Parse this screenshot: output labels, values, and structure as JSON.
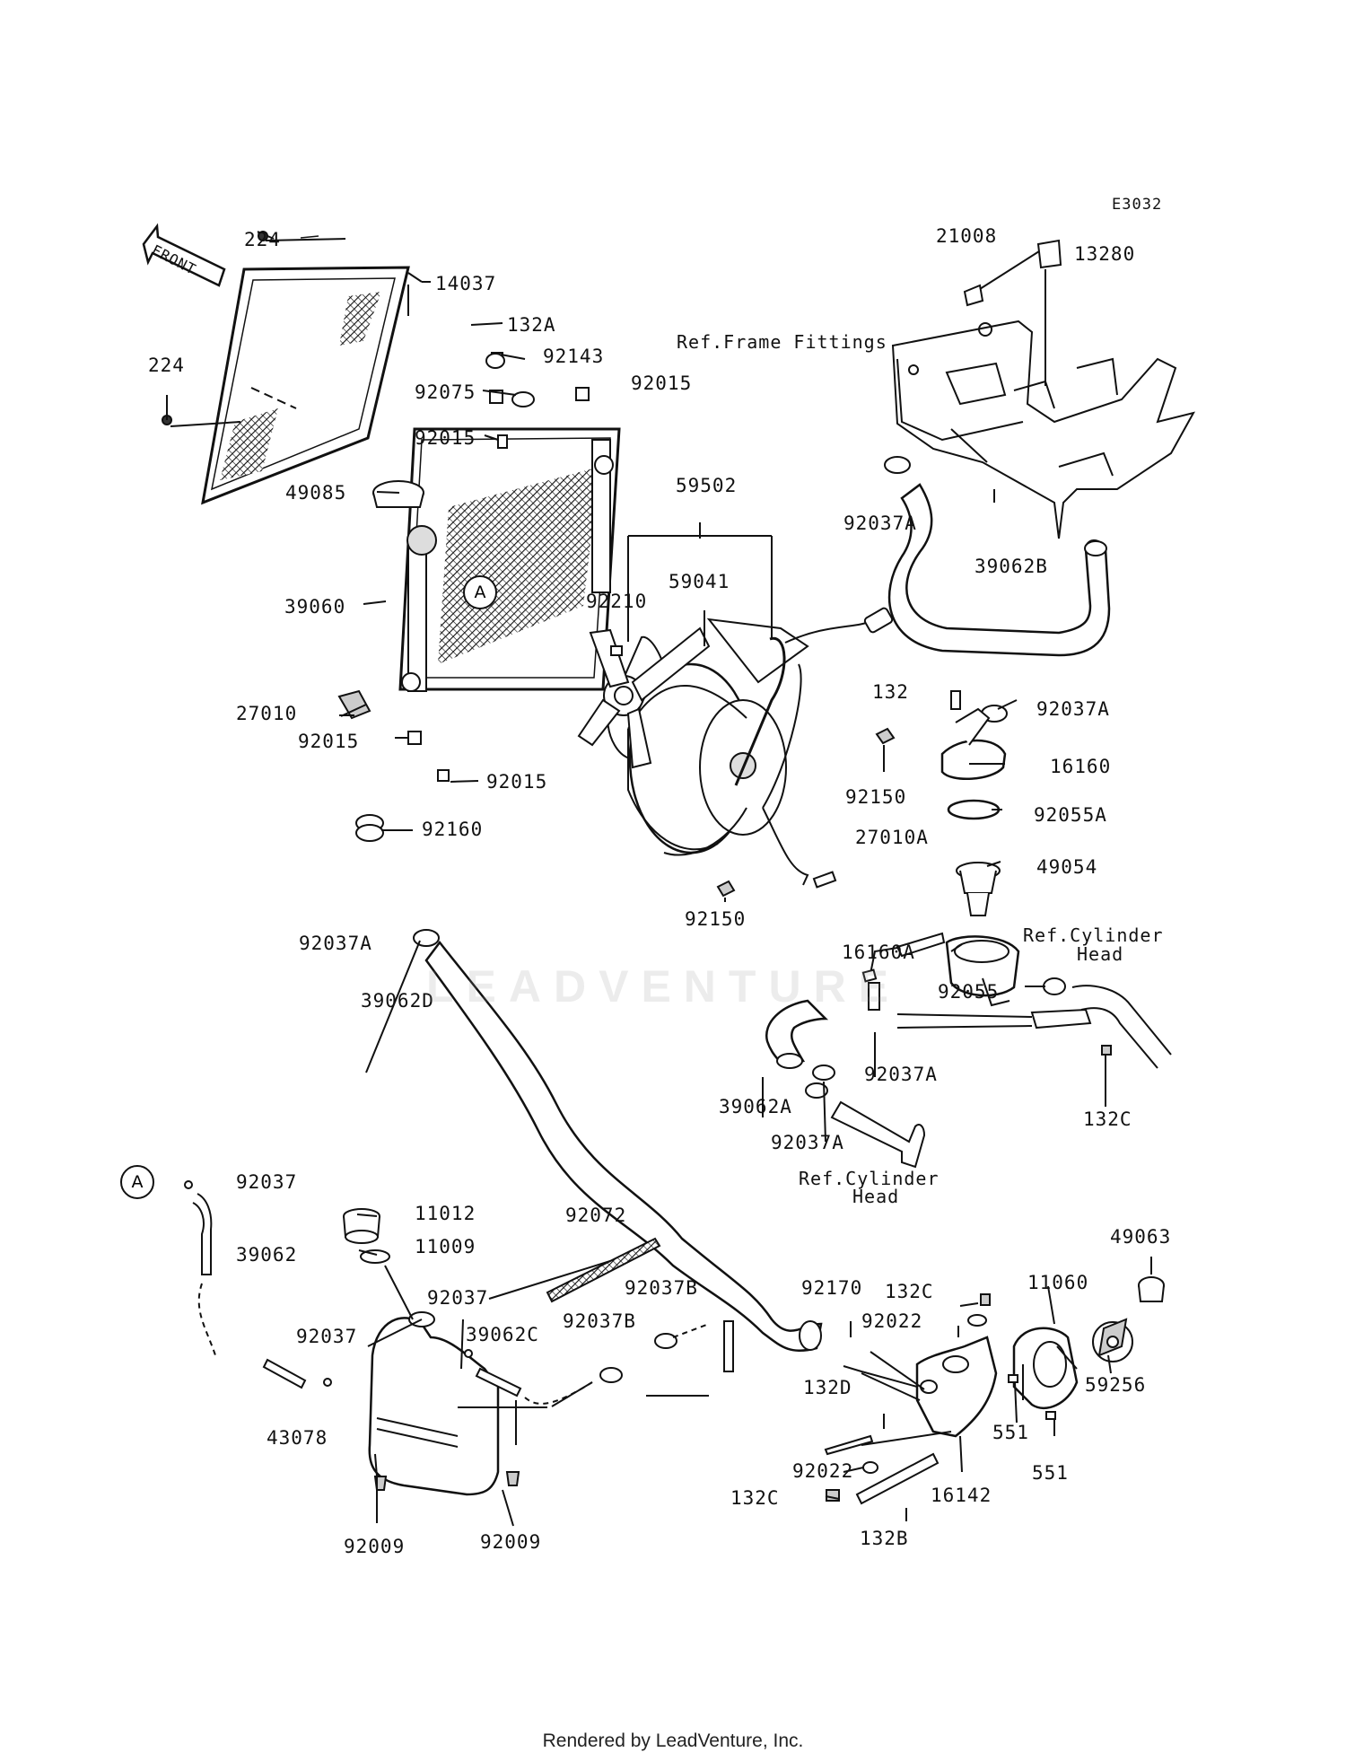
{
  "diagram_code": "E3032",
  "front_arrow": "FRONT",
  "callout_letter": "A",
  "watermark": "LEADVENTURE",
  "footer": "Rendered by LeadVenture, Inc.",
  "labels": {
    "l224a": "224",
    "l224b": "224",
    "l14037": "14037",
    "l132A": "132A",
    "l92143": "92143",
    "l92075": "92075",
    "l92015a": "92015",
    "l92015b": "92015",
    "l49085": "49085",
    "l39060": "39060",
    "l27010": "27010",
    "l92015c": "92015",
    "l92015d": "92015",
    "l92160": "92160",
    "l59502": "59502",
    "l59041": "59041",
    "l92210": "92210",
    "l92150a": "92150",
    "l92150b": "92150",
    "l21008": "21008",
    "l13280": "13280",
    "l92037Aa": "92037A",
    "l39062B": "39062B",
    "l132": "132",
    "l92037Ab": "92037A",
    "l16160": "16160",
    "l92055A": "92055A",
    "l27010A": "27010A",
    "l49054": "49054",
    "l16160A": "16160A",
    "l92055": "92055",
    "l39062A": "39062A",
    "l92037Ac": "92037A",
    "l92037Ad": "92037A",
    "l132Ca": "132C",
    "l92037Ae": "92037A",
    "l39062D": "39062D",
    "l92037a": "92037",
    "l39062": "39062",
    "l11012": "11012",
    "l11009": "11009",
    "l92037b": "92037",
    "l92037c": "92037",
    "l39062C": "39062C",
    "l92037Ba": "92037B",
    "l92037Bb": "92037B",
    "l43078": "43078",
    "l92009a": "92009",
    "l92009b": "92009",
    "l92072": "92072",
    "l92170": "92170",
    "l132Cb": "132C",
    "l92022a": "92022",
    "l132D": "132D",
    "l92022b": "92022",
    "l132Cc": "132C",
    "l132B": "132B",
    "l16142": "16142",
    "l11060": "11060",
    "l49063": "49063",
    "l59256": "59256",
    "l551a": "551",
    "l551b": "551"
  },
  "refs": {
    "frame_fittings": "Ref.Frame Fittings",
    "cyl_head_1_line1": "Ref.Cylinder",
    "cyl_head_1_line2": "Head",
    "cyl_head_2_line1": "Ref.Cylinder",
    "cyl_head_2_line2": "Head"
  }
}
